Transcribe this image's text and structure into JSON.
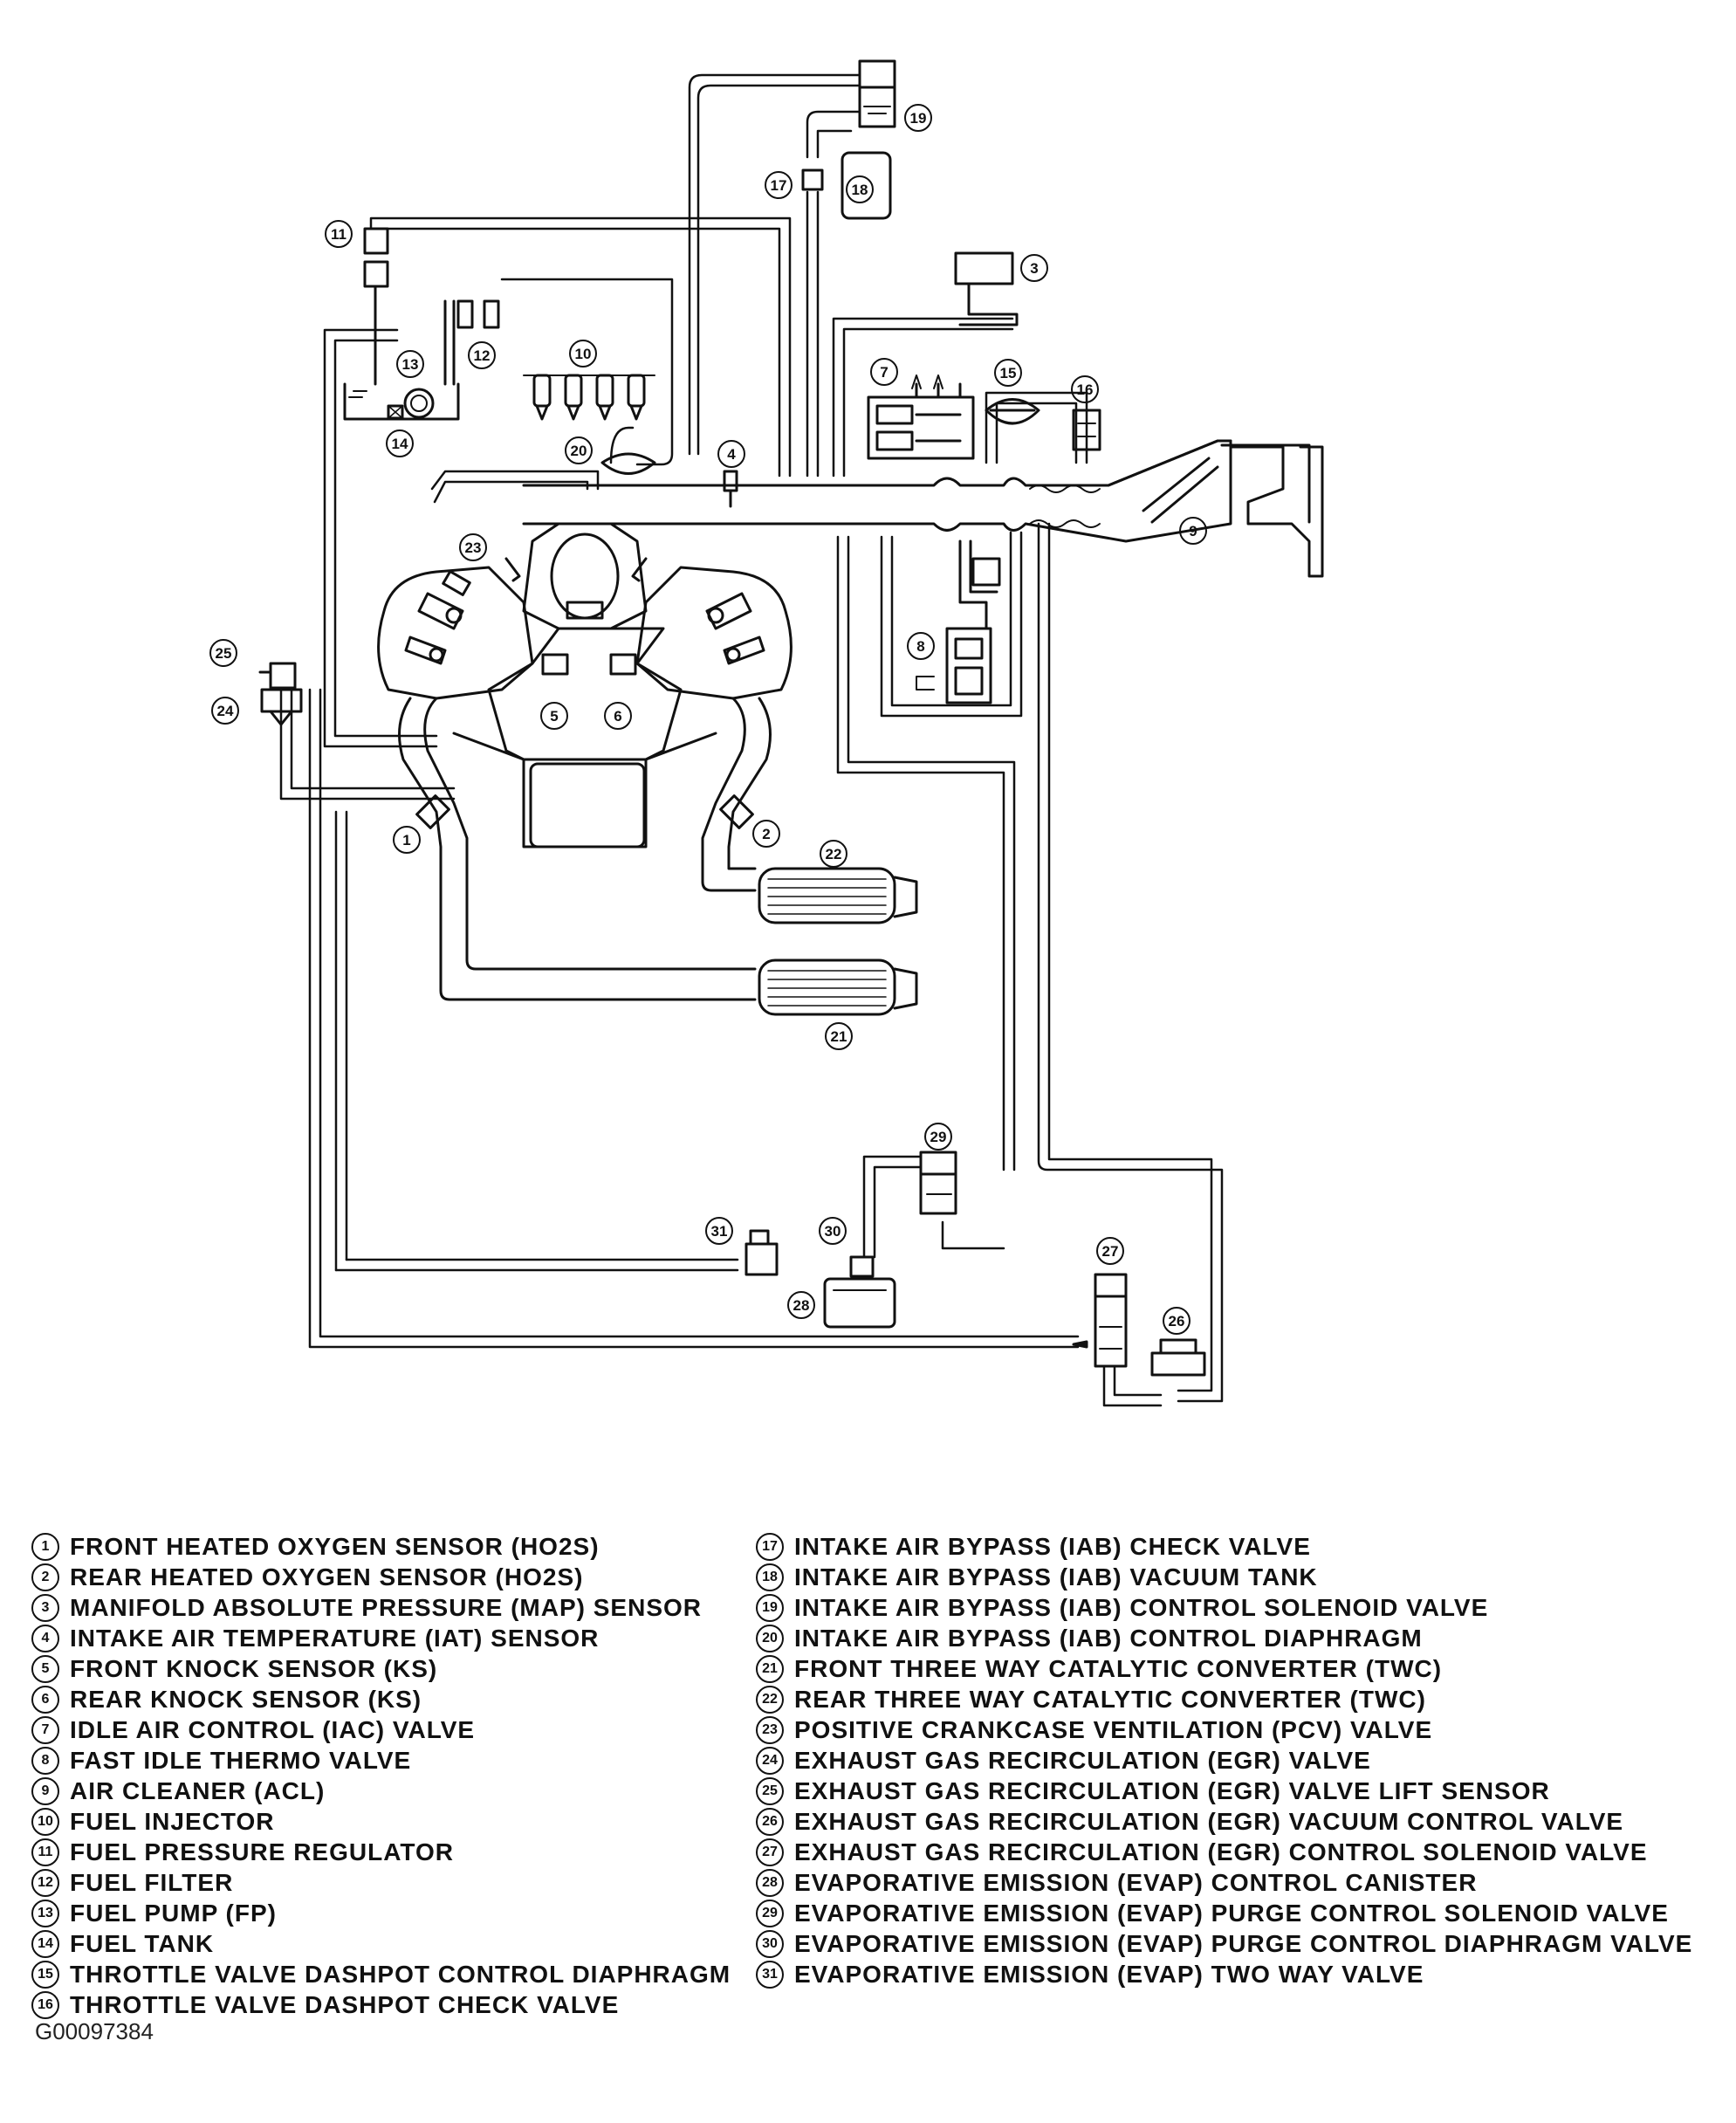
{
  "legend": [
    {
      "num": "1",
      "text": "FRONT HEATED OXYGEN SENSOR (HO2S)"
    },
    {
      "num": "2",
      "text": "REAR HEATED OXYGEN SENSOR (HO2S)"
    },
    {
      "num": "3",
      "text": "MANIFOLD ABSOLUTE PRESSURE (MAP) SENSOR"
    },
    {
      "num": "4",
      "text": "INTAKE AIR TEMPERATURE (IAT) SENSOR"
    },
    {
      "num": "5",
      "text": "FRONT KNOCK SENSOR (KS)"
    },
    {
      "num": "6",
      "text": "REAR KNOCK SENSOR (KS)"
    },
    {
      "num": "7",
      "text": "IDLE AIR CONTROL (IAC) VALVE"
    },
    {
      "num": "8",
      "text": "FAST IDLE THERMO VALVE"
    },
    {
      "num": "9",
      "text": "AIR CLEANER (ACL)"
    },
    {
      "num": "10",
      "text": "FUEL INJECTOR"
    },
    {
      "num": "11",
      "text": "FUEL PRESSURE REGULATOR"
    },
    {
      "num": "12",
      "text": "FUEL FILTER"
    },
    {
      "num": "13",
      "text": "FUEL PUMP (FP)"
    },
    {
      "num": "14",
      "text": "FUEL TANK"
    },
    {
      "num": "15",
      "text": "THROTTLE VALVE DASHPOT CONTROL DIAPHRAGM"
    },
    {
      "num": "16",
      "text": "THROTTLE VALVE DASHPOT CHECK VALVE"
    },
    {
      "num": "17",
      "text": "INTAKE AIR BYPASS (IAB) CHECK VALVE"
    },
    {
      "num": "18",
      "text": "INTAKE AIR BYPASS (IAB) VACUUM TANK"
    },
    {
      "num": "19",
      "text": "INTAKE AIR BYPASS (IAB) CONTROL SOLENOID VALVE"
    },
    {
      "num": "20",
      "text": "INTAKE AIR BYPASS (IAB) CONTROL DIAPHRAGM"
    },
    {
      "num": "21",
      "text": "FRONT THREE WAY CATALYTIC CONVERTER (TWC)"
    },
    {
      "num": "22",
      "text": "REAR THREE WAY CATALYTIC CONVERTER (TWC)"
    },
    {
      "num": "23",
      "text": "POSITIVE CRANKCASE VENTILATION (PCV) VALVE"
    },
    {
      "num": "24",
      "text": "EXHAUST GAS RECIRCULATION (EGR) VALVE"
    },
    {
      "num": "25",
      "text": "EXHAUST GAS RECIRCULATION (EGR) VALVE LIFT SENSOR"
    },
    {
      "num": "26",
      "text": "EXHAUST GAS RECIRCULATION (EGR) VACUUM CONTROL VALVE"
    },
    {
      "num": "27",
      "text": "EXHAUST GAS RECIRCULATION (EGR) CONTROL SOLENOID VALVE"
    },
    {
      "num": "28",
      "text": "EVAPORATIVE EMISSION (EVAP) CONTROL CANISTER"
    },
    {
      "num": "29",
      "text": "EVAPORATIVE EMISSION (EVAP) PURGE CONTROL SOLENOID VALVE"
    },
    {
      "num": "30",
      "text": "EVAPORATIVE EMISSION (EVAP) PURGE CONTROL DIAPHRAGM VALVE"
    },
    {
      "num": "31",
      "text": "EVAPORATIVE EMISSION (EVAP) TWO WAY VALVE"
    }
  ],
  "figure_code": "G00097384"
}
